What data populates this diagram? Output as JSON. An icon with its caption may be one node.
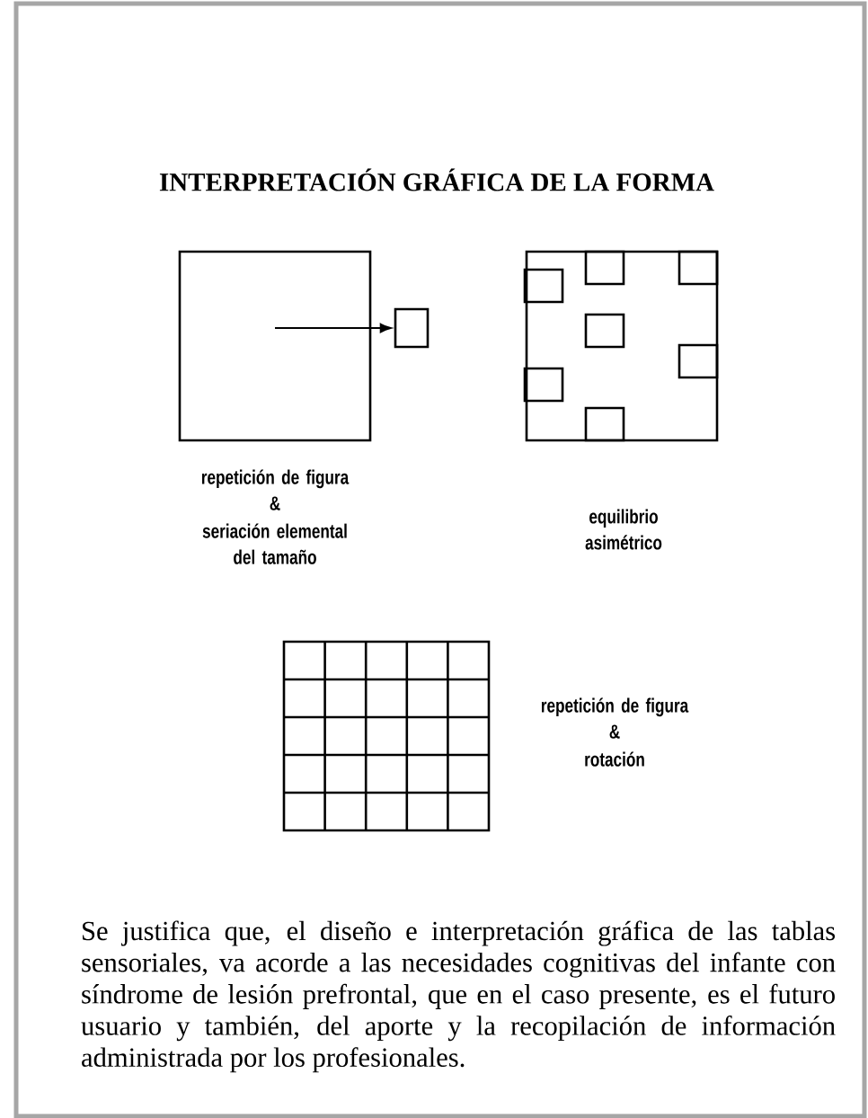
{
  "diagram": {
    "title": "INTERPRETACIÓN GRÁFICA DE LA FORMA",
    "caption": "Se justifica que, el diseño e interpretación gráfica de las tablas sensoriales, va acorde a las necesidades cognitivas del infante con síndrome de lesión prefrontal, que en el caso presente, es el futuro usuario y también, del aporte y la recopilación de información administrada por los profesionales.",
    "nodes": [
      {
        "text": [],
        "shape": "box"
      },
      {
        "text": [],
        "shape": "box"
      }
    ],
    "edges": [
      {
        "from": 0,
        "to": 1,
        "arrow": "to"
      }
    ],
    "labels": [
      "repetición de figura",
      "&",
      "seriación elemental del tamaño",
      "equilibrio asimétrico",
      "repetición de figura",
      "&",
      "rotación"
    ]
  }
}
